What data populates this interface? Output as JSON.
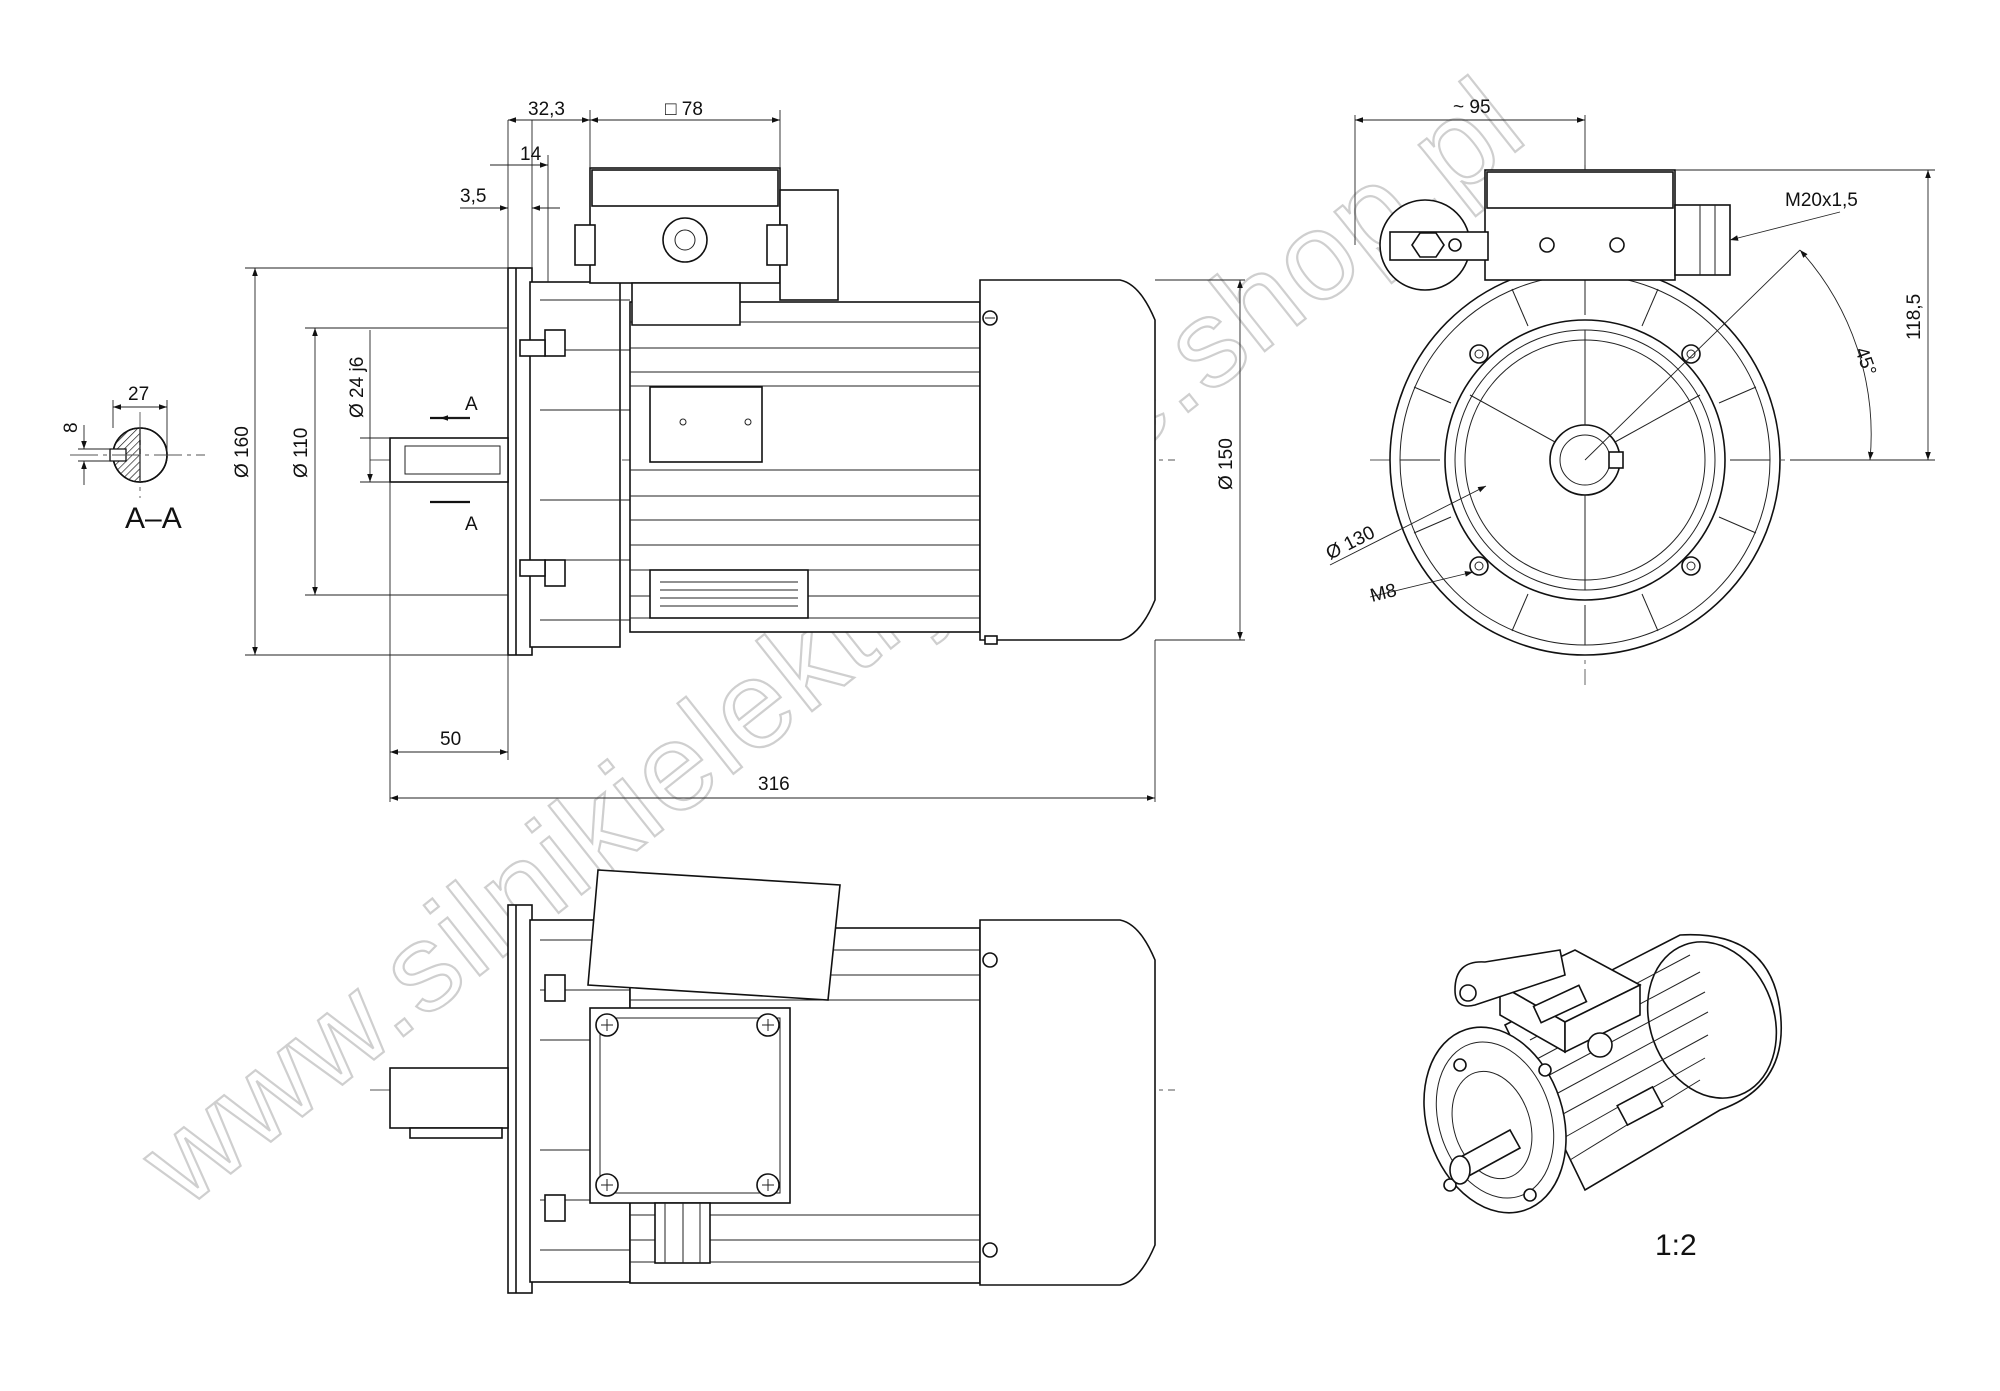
{
  "watermark": "www.silnikielektryczne.shop.pl",
  "scale": "1:2",
  "section": {
    "label": "A–A",
    "cut_marks": [
      "A",
      "A"
    ],
    "key_width": "27",
    "key_height": "8"
  },
  "side_view": {
    "dim_32_3": "32,3",
    "dim_78": "□ 78",
    "dim_14": "14",
    "dim_3_5": "3,5",
    "dim_160": "Ø 160",
    "dim_110": "Ø 110",
    "dim_24j6": "Ø 24 j6",
    "dim_150": "Ø 150",
    "dim_50": "50",
    "dim_316": "316"
  },
  "front_view": {
    "dim_95": "~ 95",
    "dim_m20": "M20x1,5",
    "dim_118_5": "118,5",
    "dim_45": "45°",
    "dim_130": "Ø 130",
    "dim_m8": "M8"
  }
}
